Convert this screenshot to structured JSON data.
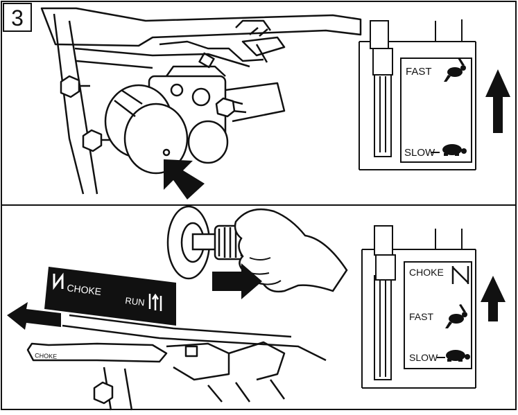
{
  "step": {
    "number": "3"
  },
  "top_panel": {
    "throttle_labels": {
      "fast": "FAST",
      "slow": "SLOW"
    }
  },
  "bottom_panel": {
    "decal": {
      "choke": "CHOKE",
      "run": "RUN"
    },
    "lever_text": "CHOKE",
    "throttle_labels": {
      "choke": "CHOKE",
      "fast": "FAST",
      "slow": "SLOW"
    }
  },
  "icons": {
    "fast": "rabbit-icon",
    "slow": "turtle-icon",
    "choke": "choke-symbol-icon",
    "run": "run-symbol-icon"
  }
}
